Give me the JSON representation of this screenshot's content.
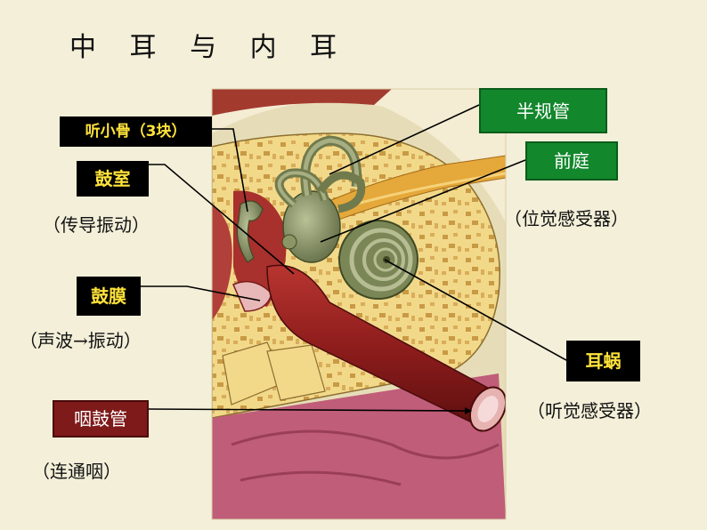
{
  "title": "中 耳 与 内 耳",
  "labels": {
    "ossicles": "听小骨（3块）",
    "tympanic_cavity": "鼓室",
    "tympanic_cavity_note": "（传导振动）",
    "eardrum": "鼓膜",
    "eardrum_note": "（声波→振动）",
    "eustachian_tube": "咽鼓管",
    "eustachian_tube_note": "（连通咽）",
    "semicircular_canals": "半规管",
    "vestibule": "前庭",
    "vestibule_note": "（位觉感受器）",
    "cochlea": "耳蜗",
    "cochlea_note": "（听觉感受器）"
  },
  "colors": {
    "background": "#f3efd9",
    "label_black": "#000000",
    "label_black_text": "#ffe33a",
    "label_green": "#12872c",
    "label_dark_red": "#7e1a1a"
  }
}
